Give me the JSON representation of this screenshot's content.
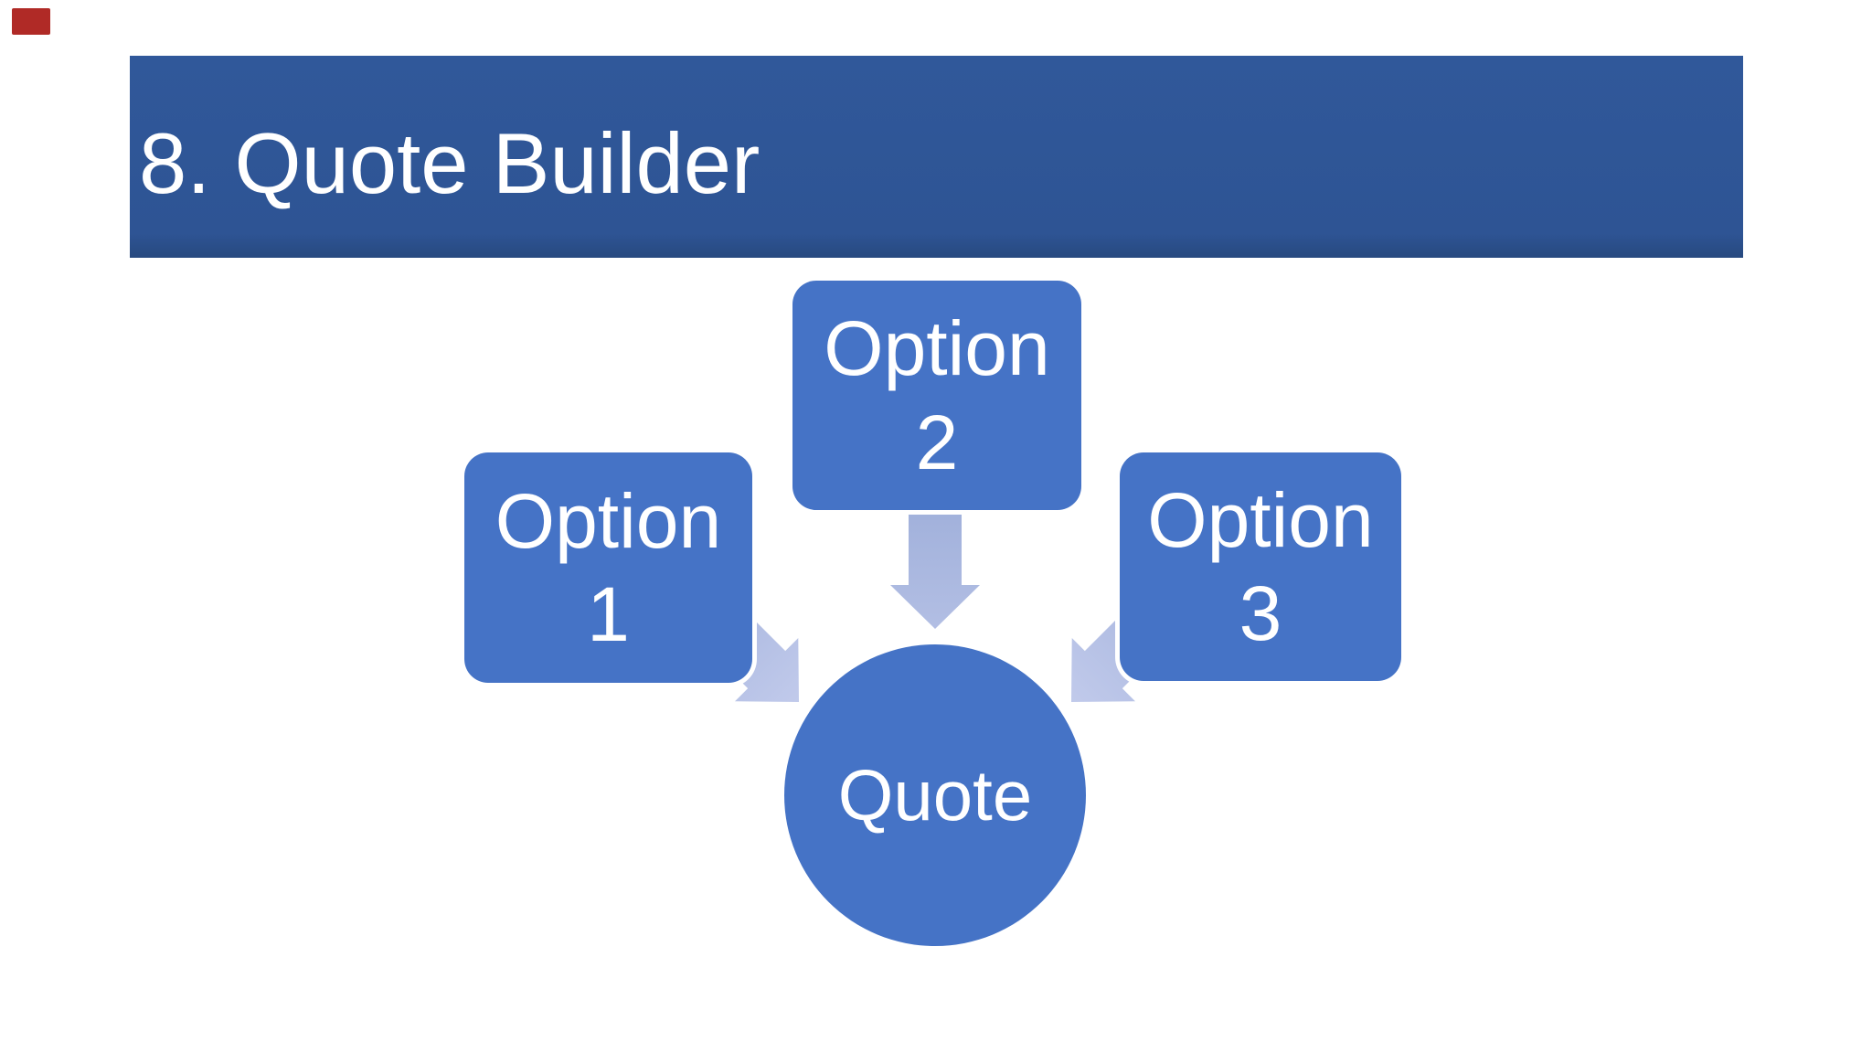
{
  "slide": {
    "title": "8. Quote Builder",
    "marker": "red-corner-marker",
    "colors": {
      "background": "#ffffff",
      "header_bar": "#2f5597",
      "shape_fill": "#4573c6",
      "arrow_fill_dark": "#9fafda",
      "arrow_fill_light": "#c1caeb",
      "text": "#ffffff",
      "marker_red": "#b02a26"
    },
    "diagram": {
      "type": "converging-options",
      "nodes": [
        {
          "line1": "Option",
          "line2": "1"
        },
        {
          "line1": "Option",
          "line2": "2"
        },
        {
          "line1": "Option",
          "line2": "3"
        }
      ],
      "center_label": "Quote",
      "arrows": [
        "option-1-to-quote",
        "option-2-to-quote",
        "option-3-to-quote"
      ]
    }
  }
}
